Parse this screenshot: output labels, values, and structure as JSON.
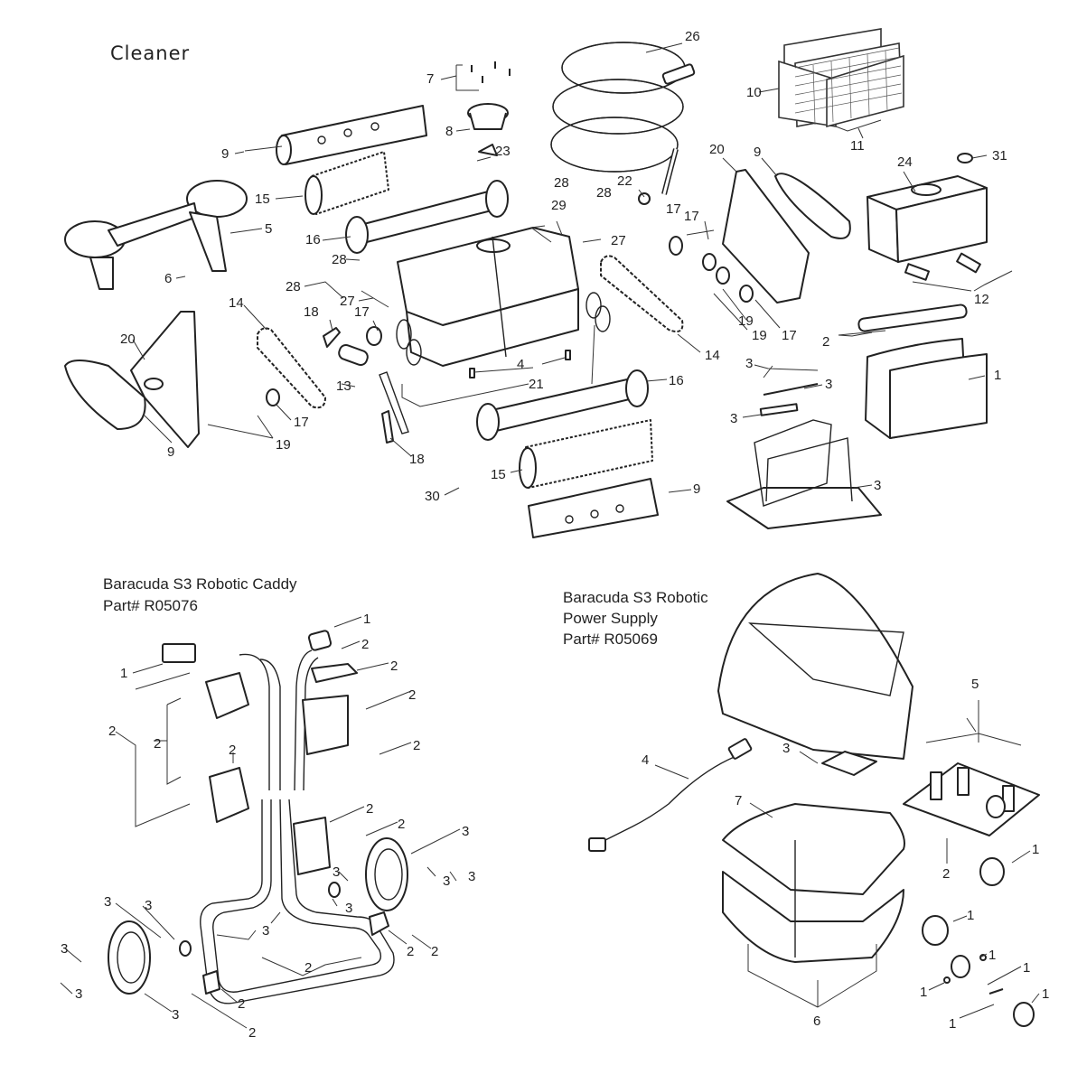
{
  "sections": {
    "cleaner": {
      "title": "Cleaner",
      "labels": [
        "1",
        "2",
        "3",
        "3",
        "3",
        "3",
        "4",
        "5",
        "6",
        "7",
        "8",
        "9",
        "9",
        "9",
        "9",
        "10",
        "11",
        "12",
        "13",
        "14",
        "14",
        "15",
        "15",
        "16",
        "16",
        "17",
        "17",
        "17",
        "17",
        "17",
        "18",
        "18",
        "19",
        "19",
        "19",
        "20",
        "20",
        "21",
        "22",
        "23",
        "24",
        "26",
        "27",
        "27",
        "28",
        "28",
        "28",
        "28",
        "29",
        "30",
        "31"
      ]
    },
    "caddy": {
      "title": "Baracuda S3 Robotic Caddy",
      "part_number": "Part# R05076",
      "labels": [
        "1",
        "1",
        "2",
        "2",
        "2",
        "2",
        "2",
        "2",
        "2",
        "2",
        "2",
        "2",
        "2",
        "2",
        "2",
        "2",
        "3",
        "3",
        "3",
        "3",
        "3",
        "3",
        "3",
        "3",
        "3",
        "3",
        "3",
        "3"
      ]
    },
    "power_supply": {
      "title_line1": "Baracuda S3 Robotic",
      "title_line2": "Power Supply",
      "part_number": "Part# R05069",
      "labels": [
        "1",
        "1",
        "1",
        "1",
        "1",
        "1",
        "1",
        "2",
        "3",
        "4",
        "5",
        "6",
        "7"
      ]
    }
  },
  "callouts": {
    "c26": "26",
    "c7": "7",
    "c8": "8",
    "c9a": "9",
    "c23": "23",
    "c15a": "15",
    "c5": "5",
    "c16a": "16",
    "c6": "6",
    "c28a": "28",
    "c28b": "28",
    "c27a": "27",
    "c29": "29",
    "c28c": "28",
    "c28d": "28",
    "c27b": "27",
    "c22": "22",
    "c10": "10",
    "c11": "11",
    "c20a": "20",
    "c9b": "9",
    "c24": "24",
    "c31": "31",
    "c17a": "17",
    "c17b": "17",
    "c19a": "19",
    "c19b": "19",
    "c17c": "17",
    "c12": "12",
    "c14a": "14",
    "c18a": "18",
    "c17d": "17",
    "c20b": "20",
    "c14b": "14",
    "c4": "4",
    "c2": "2",
    "c13": "13",
    "c21": "21",
    "c16b": "16",
    "c3a": "3",
    "c3b": "3",
    "c1": "1",
    "c3c": "3",
    "c9c": "9",
    "c19c": "19",
    "c17e": "17",
    "c18b": "18",
    "c15b": "15",
    "c30": "30",
    "c9d": "9",
    "c3d": "3",
    "k1a": "1",
    "k2a": "2",
    "k1b": "1",
    "k2b": "2",
    "k2c": "2",
    "k2d": "2",
    "k2e": "2",
    "k2f": "2",
    "k2g": "2",
    "k2h": "2",
    "k2i": "2",
    "k3a": "3",
    "k3b": "3",
    "k3c": "3",
    "k3d": "3",
    "k3e": "3",
    "k3f": "3",
    "k3g": "3",
    "k3h": "3",
    "k3i": "3",
    "k3j": "3",
    "k2j": "2",
    "k2k": "2",
    "k2l": "2",
    "k2m": "2",
    "k3k": "3",
    "k2n": "2",
    "p5": "5",
    "p3": "3",
    "p4": "4",
    "p7": "7",
    "p2": "2",
    "p1a": "1",
    "p1b": "1",
    "p1c": "1",
    "p1d": "1",
    "p1e": "1",
    "p1f": "1",
    "p1g": "1",
    "p6": "6"
  }
}
